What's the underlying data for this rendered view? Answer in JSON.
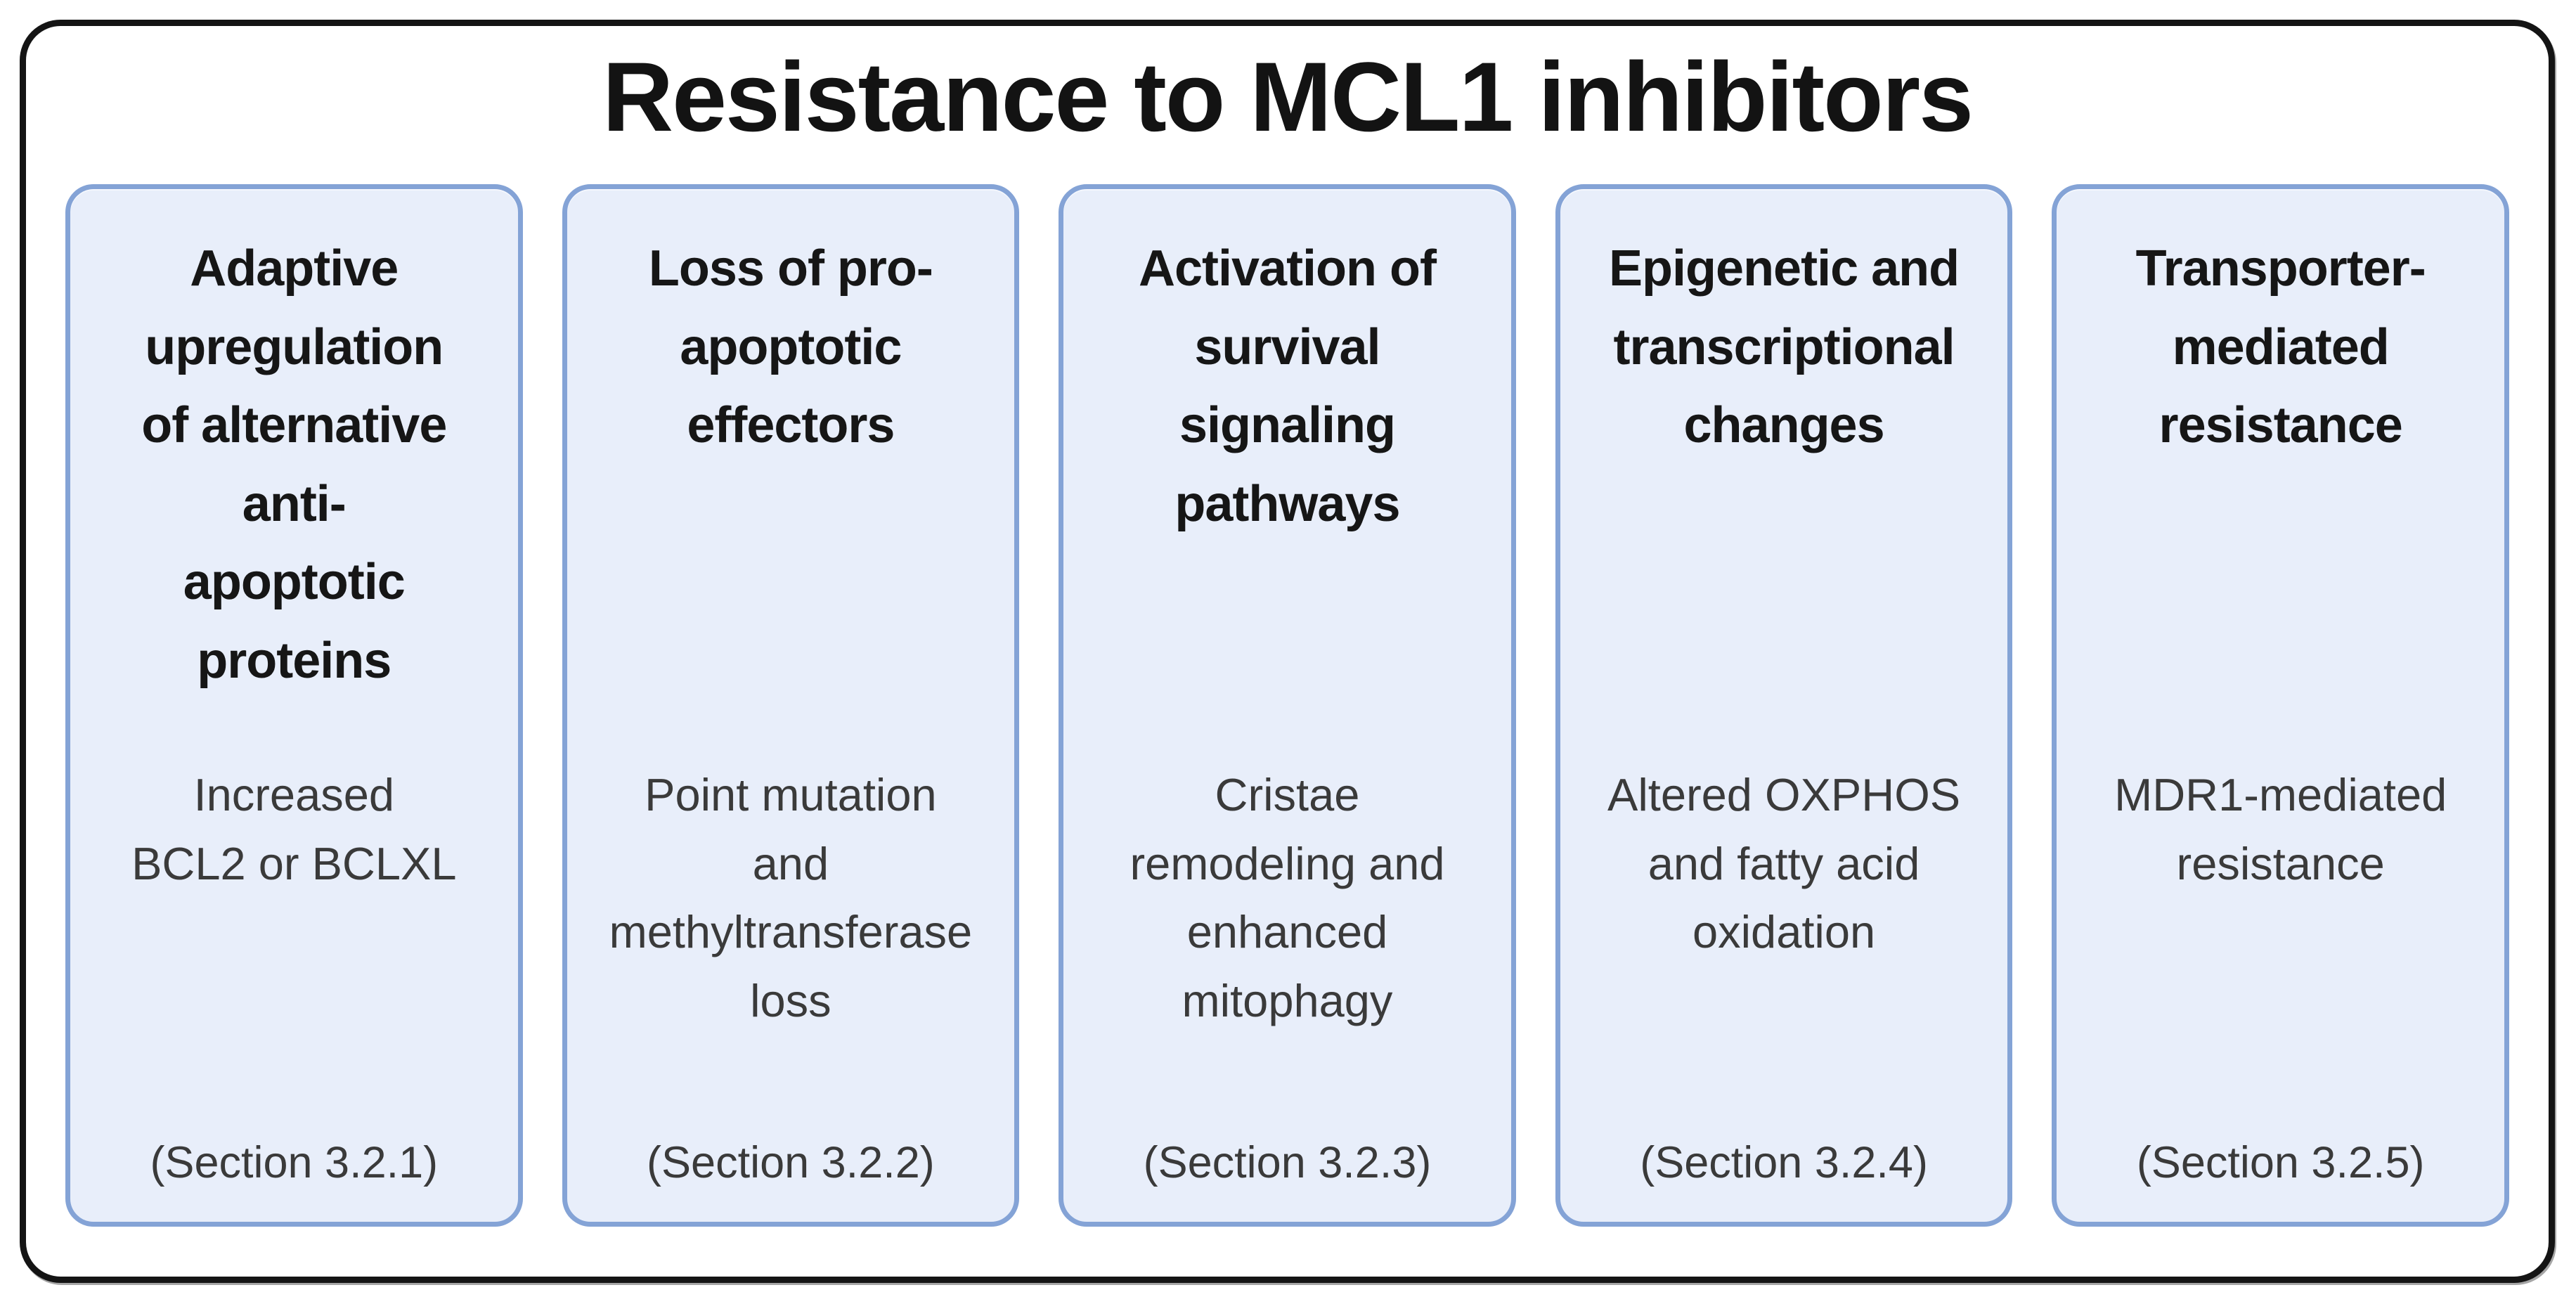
{
  "title": "Resistance to MCL1 inhibitors",
  "colors": {
    "frame_border": "#141414",
    "card_fill": "#e8eefa",
    "card_border": "#84a3d6",
    "heading_text": "#161616",
    "body_text": "#3a3a3a"
  },
  "cards": [
    {
      "heading": "Adaptive\nupregulation\nof alternative\nanti-\napoptotic\nproteins",
      "body": "Increased\nBCL2 or BCLXL",
      "section": "(Section 3.2.1)"
    },
    {
      "heading": "Loss of pro-\napoptotic\neffectors",
      "body": "Point mutation\nand\nmethyltransferase\nloss",
      "section": "(Section 3.2.2)"
    },
    {
      "heading": "Activation of\nsurvival\nsignaling\npathways",
      "body": "Cristae\nremodeling and\nenhanced\nmitophagy",
      "section": "(Section 3.2.3)"
    },
    {
      "heading": "Epigenetic and\ntranscriptional\nchanges",
      "body": "Altered OXPHOS\nand fatty acid\noxidation",
      "section": "(Section 3.2.4)"
    },
    {
      "heading": "Transporter-\nmediated\nresistance",
      "body": "MDR1-mediated\nresistance",
      "section": "(Section 3.2.5)"
    }
  ]
}
